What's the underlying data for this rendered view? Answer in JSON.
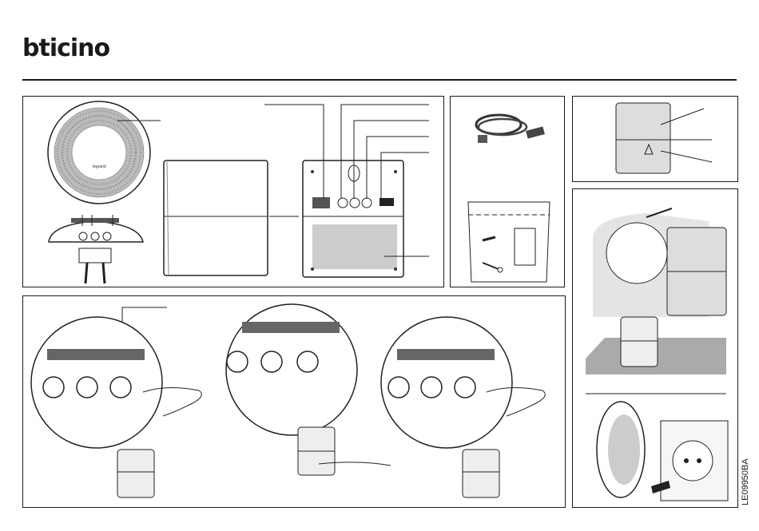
{
  "header": {
    "brand": "bticino"
  },
  "sidebar": {
    "document_code": "LE09950BA"
  },
  "product": {
    "chime_brand": "legrand"
  }
}
